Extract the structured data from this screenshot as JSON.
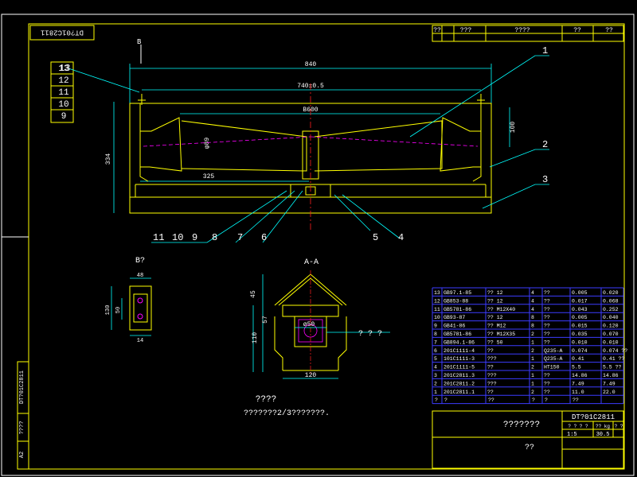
{
  "drawing_number": "DT01C2811",
  "drawing_number_block": "DT?01C2811",
  "revision_header": [
    "??",
    "???",
    "????",
    "??",
    "??"
  ],
  "view_b_marker": "B",
  "main_dims": {
    "overall": "840",
    "span": "740±0.5",
    "belt": "B600",
    "height": "334",
    "rise": "100",
    "offset": "325",
    "dia": "φ89"
  },
  "part_callouts_top": [
    "1",
    "2",
    "3"
  ],
  "part_callouts_bottom": [
    "11",
    "10",
    "9",
    "8",
    "7",
    "6",
    "5",
    "4"
  ],
  "part_list_left": [
    "13",
    "12",
    "11",
    "10",
    "9"
  ],
  "section_title": "A-A",
  "section_dims": {
    "width": "120",
    "height": "110",
    "d1": "57",
    "d2": "45",
    "hole": "ø50"
  },
  "section_note": "? ? ?",
  "view_b_title": "B?",
  "view_b_dims": {
    "a": "48",
    "b": "130",
    "c": "50",
    "d": "14"
  },
  "notes_title": "????",
  "notes_text": "???????2/3???????.",
  "bom": [
    {
      "no": "13",
      "code": "GB97.1-85",
      "name": "?? 12",
      "qty": "4",
      "mat": "??",
      "w1": "0.005",
      "w2": "0.020"
    },
    {
      "no": "12",
      "code": "GB853-88",
      "name": "?? 12",
      "qty": "4",
      "mat": "??",
      "w1": "0.017",
      "w2": "0.068"
    },
    {
      "no": "11",
      "code": "GB5781-86",
      "name": "?? M12X40",
      "qty": "4",
      "mat": "??",
      "w1": "0.043",
      "w2": "0.252"
    },
    {
      "no": "10",
      "code": "GB93-87",
      "name": "?? 12",
      "qty": "8",
      "mat": "??",
      "w1": "0.005",
      "w2": "0.040"
    },
    {
      "no": "9",
      "code": "GB41-86",
      "name": "?? M12",
      "qty": "8",
      "mat": "??",
      "w1": "0.015",
      "w2": "0.120"
    },
    {
      "no": "8",
      "code": "GB5781-86",
      "name": "?? M12X35",
      "qty": "2",
      "mat": "??",
      "w1": "0.035",
      "w2": "0.070"
    },
    {
      "no": "7",
      "code": "GB894.1-86",
      "name": "?? 50",
      "qty": "1",
      "mat": "??",
      "w1": "0.010",
      "w2": "0.010"
    },
    {
      "no": "6",
      "code": "201C1111-4",
      "name": "??",
      "qty": "2",
      "mat": "Q235-A",
      "w1": "0.074",
      "w2": "0.074 ??"
    },
    {
      "no": "5",
      "code": "101C1111-3",
      "name": "???",
      "qty": "1",
      "mat": "Q235-A",
      "w1": "0.41",
      "w2": "0.41 ??"
    },
    {
      "no": "4",
      "code": "201C1111-5",
      "name": "??",
      "qty": "2",
      "mat": "HT150",
      "w1": "5.5",
      "w2": "5.5 ??"
    },
    {
      "no": "3",
      "code": "201C2811.3",
      "name": "???",
      "qty": "1",
      "mat": "??",
      "w1": "14.86",
      "w2": "14.86"
    },
    {
      "no": "2",
      "code": "201C2811.2",
      "name": "???",
      "qty": "1",
      "mat": "??",
      "w1": "7.49",
      "w2": "7.49"
    },
    {
      "no": "1",
      "code": "201C2811.1",
      "name": "??",
      "qty": "2",
      "mat": "??",
      "w1": "11.0",
      "w2": "22.0"
    }
  ],
  "bom_header": [
    "?",
    "?",
    "??",
    "?",
    "?",
    "??"
  ],
  "title_block": {
    "title": "???????",
    "drawing_no": "DT?01C2811",
    "cols": [
      "? ? ? ?",
      "?? kg",
      "? ?"
    ],
    "scale": "1:5",
    "weight": "30.5",
    "company": "??"
  },
  "side_strip": {
    "code": "DT?01C2811",
    "label": "????",
    "size": "A2"
  },
  "colors": {
    "frame": "#ffffff",
    "yellow": "#ffff00",
    "cyan": "#00ffff",
    "magenta": "#ff00ff",
    "blue": "#3c3cff",
    "red": "#ff2020"
  }
}
